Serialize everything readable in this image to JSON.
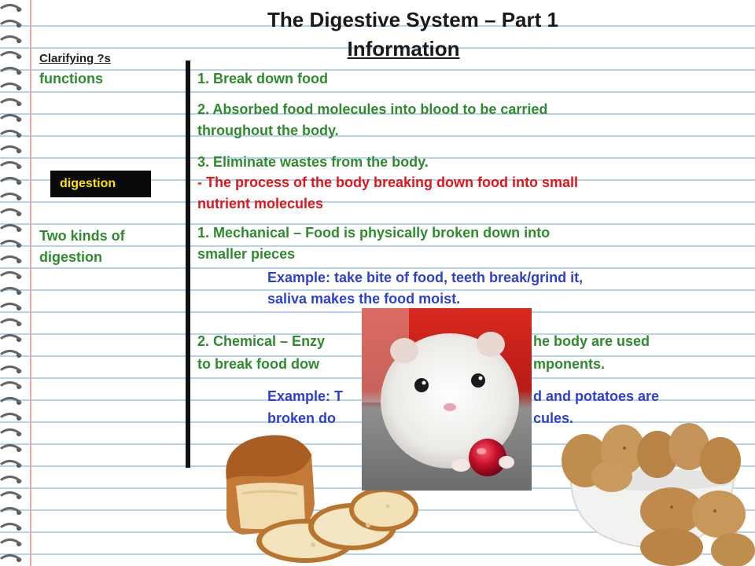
{
  "title": "The Digestive System – Part 1",
  "subtitle": "Information",
  "left_column": {
    "clarifying": "Clarifying ?s",
    "functions": "functions",
    "digestion_tag": "digestion",
    "two_kinds_line1": "Two kinds of",
    "two_kinds_line2": "digestion"
  },
  "functions": {
    "item1": "1. Break down food",
    "item2_line1": "2. Absorbed food molecules into blood to be carried",
    "item2_line2": "throughout the body.",
    "item3": "3. Eliminate wastes from the body."
  },
  "definition": {
    "line1": "- The process of the body breaking down food into small",
    "line2": "nutrient molecules"
  },
  "mechanical": {
    "line1": "1. Mechanical – Food is physically broken down into",
    "line2": "smaller pieces",
    "example_line1": "Example: take bite of food, teeth break/grind it,",
    "example_line2": "saliva makes the food moist."
  },
  "chemical": {
    "line1_left": "2. Chemical – Enzy",
    "line1_right": "he body are used",
    "line2_left": "to break food dow",
    "line2_right": "mponents.",
    "example_line1_left": "Example: T",
    "example_line1_right": "d and potatoes are",
    "example_line2_left": "broken do",
    "example_line2_right": "cules."
  },
  "colors": {
    "green": "#2e8b2e",
    "red": "#e0161b",
    "blue": "#2f3fd0",
    "tag_bg": "#0a0a0a",
    "tag_text": "#ffe100"
  }
}
